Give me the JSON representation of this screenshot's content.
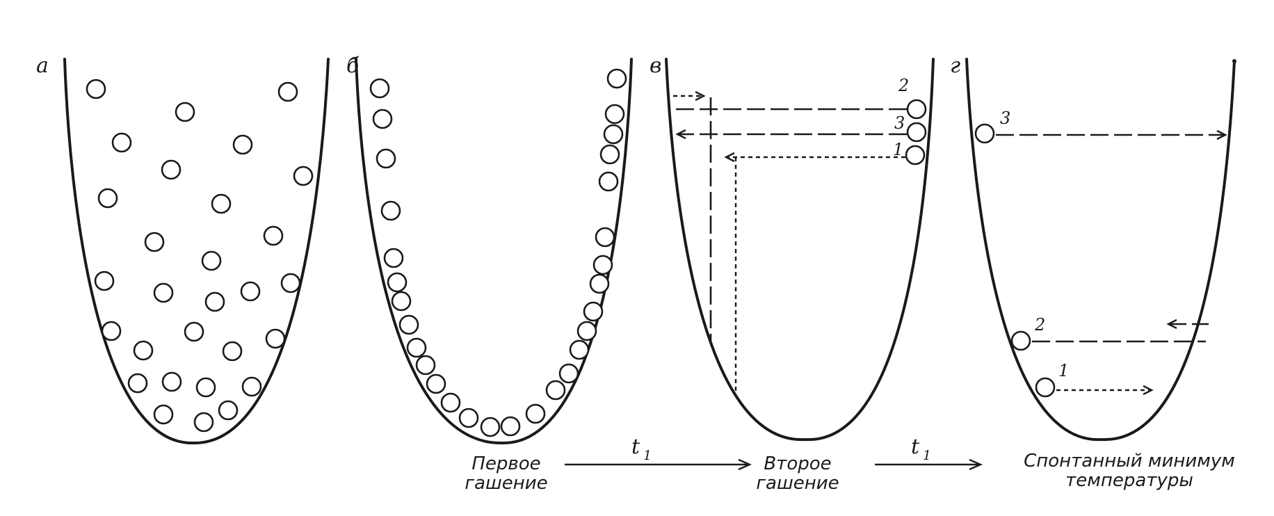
{
  "panels": [
    {
      "id": "a",
      "label": "а"
    },
    {
      "id": "b",
      "label": "б"
    },
    {
      "id": "v",
      "label": "в"
    },
    {
      "id": "g",
      "label": "г"
    }
  ],
  "numbers": {
    "one": "1",
    "two": "2",
    "three": "3"
  },
  "captions": {
    "first_quench_line1": "Первое",
    "first_quench_line2": "гашение",
    "second_quench_line1": "Второе",
    "second_quench_line2": "гашение",
    "spontaneous_line1": "Спонтанный минимум",
    "spontaneous_line2": "температуры"
  },
  "time_symbol": {
    "letter": "t",
    "subscript": "1"
  },
  "colors": {
    "ink": "#1a1a1a",
    "background": "#ffffff"
  }
}
